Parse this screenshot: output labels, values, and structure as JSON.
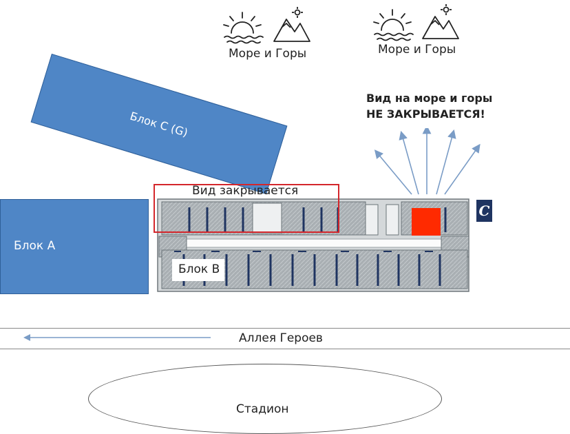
{
  "blocks": {
    "c_label": "Блок С (G)",
    "a_label": "Блок А",
    "b_label": "Блок В"
  },
  "view_closed_label": "Вид закрывается",
  "view_open": {
    "line1": "Вид на море и горы",
    "line2": "НЕ ЗАКРЫВАЕТСЯ!"
  },
  "view_icons": [
    {
      "label": "Море и Горы",
      "icons": [
        "sea-sun-icon",
        "mountains-icon"
      ]
    },
    {
      "label": "Море и Горы",
      "icons": [
        "sea-sun-icon",
        "mountains-icon"
      ]
    }
  ],
  "building_badge": "C",
  "alley_label": "Аллея Героев",
  "stadium_label": "Стадион",
  "colors": {
    "block": "#4f86c6",
    "highlight": "#ff2a00",
    "warning_frame": "#d4262b",
    "badge": "#1f3461",
    "arrows": "#7a9cc6"
  }
}
